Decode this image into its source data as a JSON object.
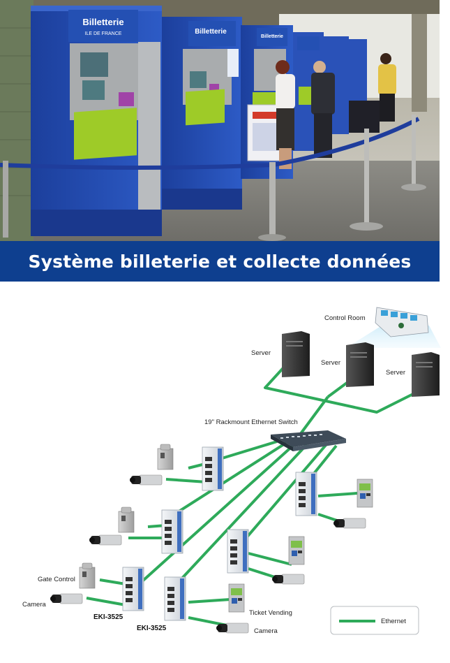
{
  "photo": {
    "kiosk_sign": "Billetterie",
    "kiosk_subsign": "ILE DE FRANCE"
  },
  "banner": {
    "title": "Système billeterie et collecte données"
  },
  "diagram": {
    "labels": {
      "control_room": "Control Room",
      "server_1": "Server",
      "server_2": "Server",
      "server_3": "Server",
      "switch": "19\" Rackmount Ethernet Switch",
      "gate_control": "Gate Control",
      "camera_left": "Camera",
      "eki_1": "EKI-3525",
      "eki_2": "EKI-3525",
      "ticket_vending": "Ticket Vending",
      "camera_bottom": "Camera"
    },
    "legend": {
      "label": "Ethernet"
    },
    "colors": {
      "ethernet": "#2eaa5a",
      "banner": "#0e3f8f"
    }
  }
}
